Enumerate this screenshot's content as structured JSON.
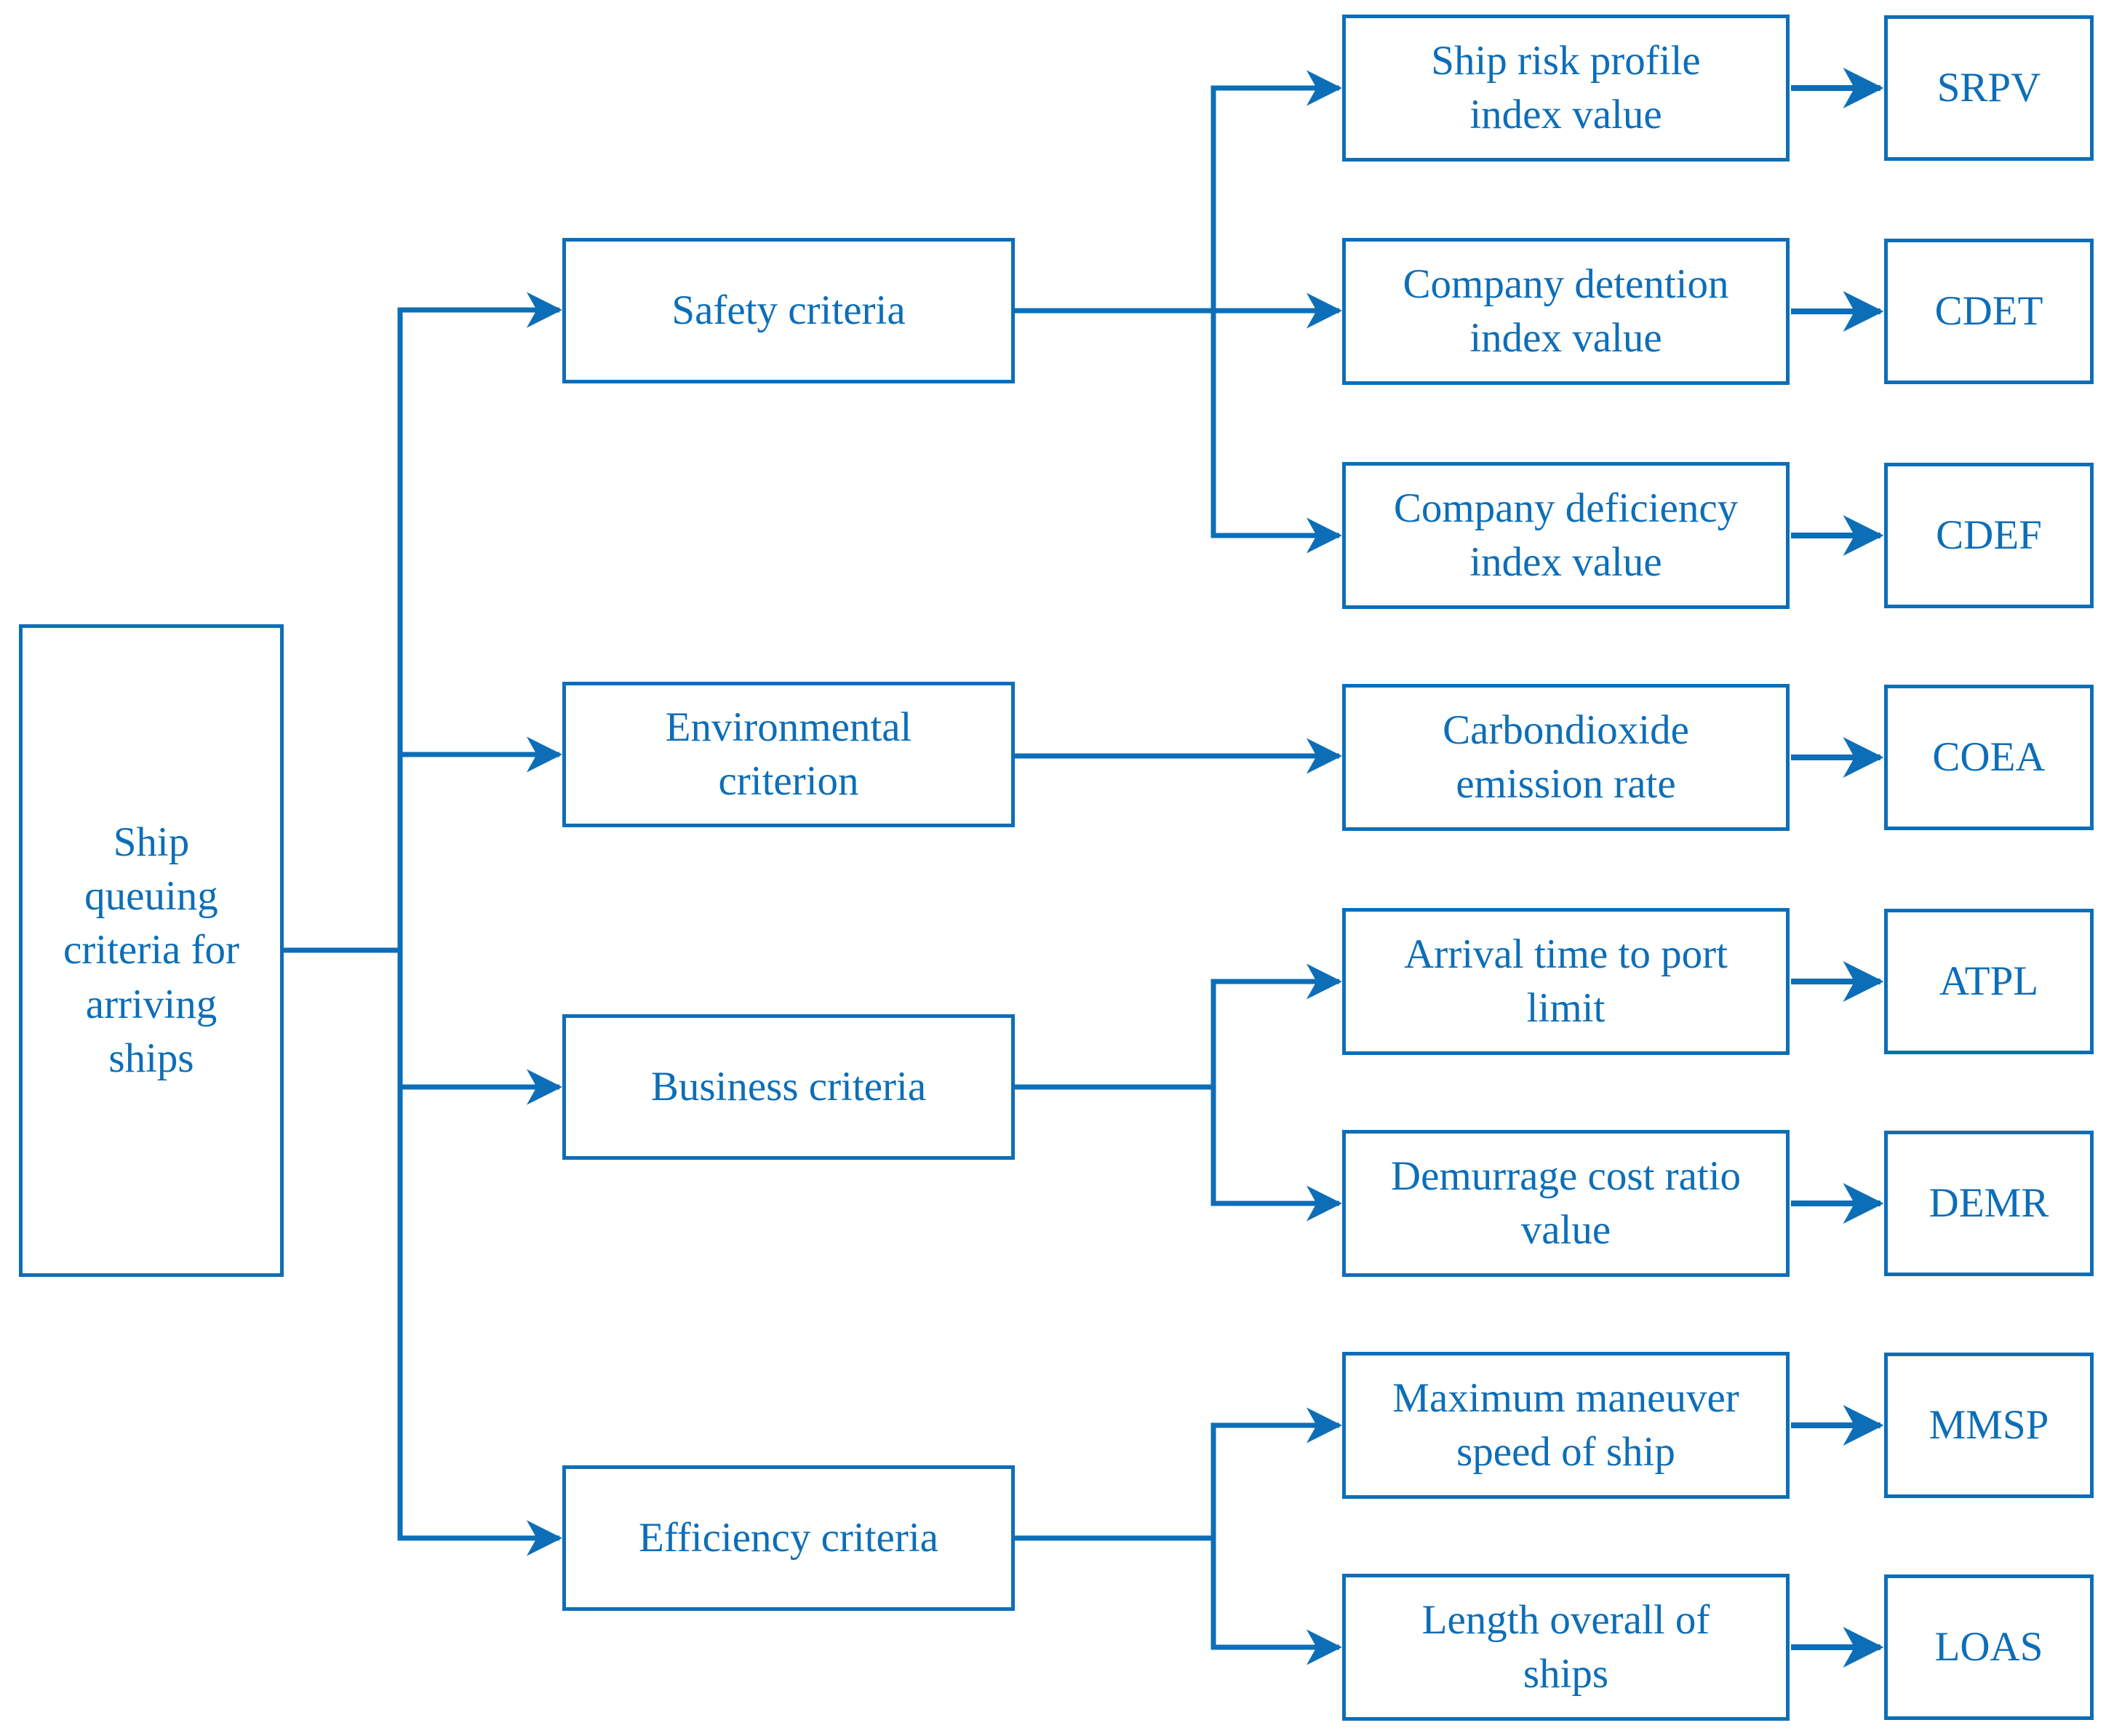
{
  "title": "Ship queuing criteria hierarchy diagram",
  "colors": {
    "accent": "#0D6EB8",
    "background": "#FFFFFF"
  },
  "root": {
    "label": "Ship\nqueuing\ncriteria for\narriving\nships"
  },
  "branches": [
    {
      "label": "Safety criteria",
      "children": [
        {
          "label": "Ship risk profile\nindex value",
          "code": "SRPV"
        },
        {
          "label": "Company detention\nindex value",
          "code": "CDET"
        },
        {
          "label": "Company deficiency\nindex value",
          "code": "CDEF"
        }
      ]
    },
    {
      "label": "Environmental\ncriterion",
      "children": [
        {
          "label": "Carbondioxide\nemission rate",
          "code": "COEA"
        }
      ]
    },
    {
      "label": "Business criteria",
      "children": [
        {
          "label": "Arrival time to port\nlimit",
          "code": "ATPL"
        },
        {
          "label": "Demurrage cost ratio\nvalue",
          "code": "DEMR"
        }
      ]
    },
    {
      "label": "Efficiency criteria",
      "children": [
        {
          "label": "Maximum maneuver\nspeed of ship",
          "code": "MMSP"
        },
        {
          "label": "Length overall of\nships",
          "code": "LOAS"
        }
      ]
    }
  ]
}
